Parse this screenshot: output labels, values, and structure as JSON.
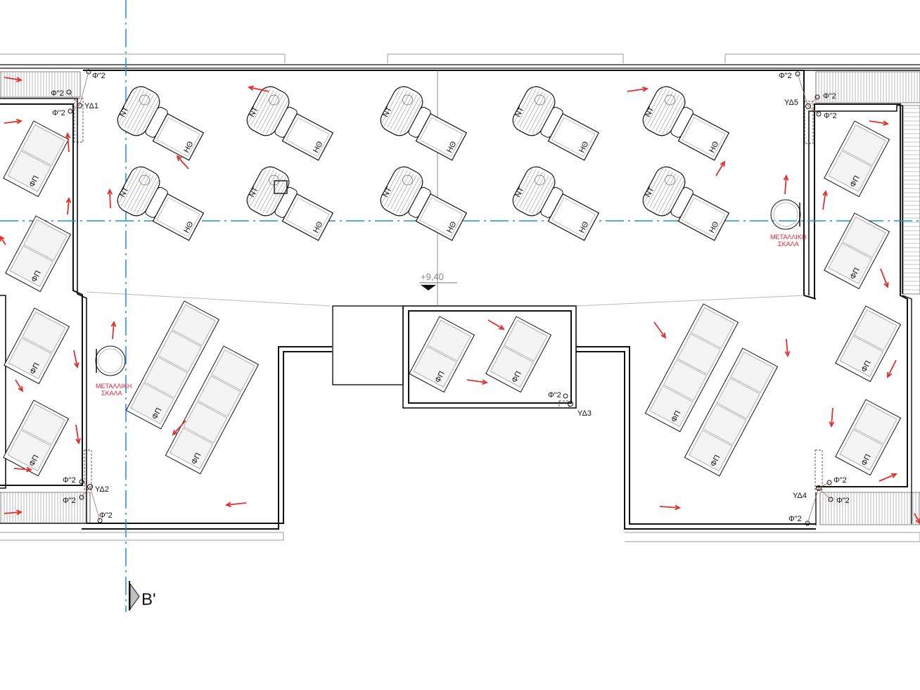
{
  "colors": {
    "line": "#111111",
    "thin": "#9a9a9a",
    "axis": "#1e90d6",
    "arrow": "#e0302f",
    "label_red": "#d8282f",
    "panel_fill": "#f4f4f4"
  },
  "labels": {
    "boiler": "ΗΘ",
    "tank": "ΝΤ",
    "panel": "ΦΠ",
    "pipe": "Φ\"2",
    "level": "+9,40",
    "section": "B'",
    "stair_line1": "ΜΕΤΑΛΛΙΚΗ",
    "stair_line2": "ΣΚΑΛΑ",
    "drains": [
      "ΥΔ1",
      "ΥΔ2",
      "ΥΔ3",
      "ΥΔ4",
      "ΥΔ5"
    ]
  }
}
